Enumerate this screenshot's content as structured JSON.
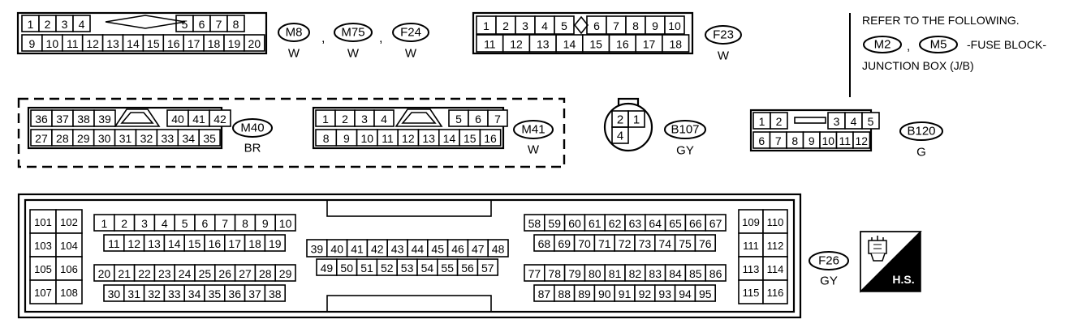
{
  "connectors": {
    "m8_group": {
      "row1": [
        "1",
        "2",
        "3",
        "4",
        "5",
        "6",
        "7",
        "8"
      ],
      "row2": [
        "9",
        "10",
        "11",
        "12",
        "13",
        "14",
        "15",
        "16",
        "17",
        "18",
        "19",
        "20"
      ],
      "badges": [
        {
          "code": "M8",
          "color": "W"
        },
        {
          "code": "M75",
          "color": "W"
        },
        {
          "code": "F24",
          "color": "W"
        }
      ],
      "separator": ","
    },
    "f23": {
      "row1": [
        "1",
        "2",
        "3",
        "4",
        "5",
        "6",
        "7",
        "8",
        "9",
        "10"
      ],
      "row2": [
        "11",
        "12",
        "13",
        "14",
        "15",
        "16",
        "17",
        "18"
      ],
      "badge": {
        "code": "F23",
        "color": "W"
      }
    },
    "m40": {
      "row1": [
        "36",
        "37",
        "38",
        "39",
        "40",
        "41",
        "42"
      ],
      "row2": [
        "27",
        "28",
        "29",
        "30",
        "31",
        "32",
        "33",
        "34",
        "35"
      ],
      "badge": {
        "code": "M40",
        "color": "BR"
      }
    },
    "m41": {
      "row1": [
        "1",
        "2",
        "3",
        "4",
        "5",
        "6",
        "7"
      ],
      "row2": [
        "8",
        "9",
        "10",
        "11",
        "12",
        "13",
        "14",
        "15",
        "16"
      ],
      "badge": {
        "code": "M41",
        "color": "W"
      }
    },
    "b107": {
      "pins": [
        "2",
        "1",
        "4"
      ],
      "badge": {
        "code": "B107",
        "color": "GY"
      }
    },
    "b120": {
      "row1": [
        "1",
        "2",
        "3",
        "4",
        "5"
      ],
      "row2": [
        "6",
        "7",
        "8",
        "9",
        "10",
        "11",
        "12"
      ],
      "badge": {
        "code": "B120",
        "color": "G"
      }
    },
    "f26": {
      "left_pins": [
        "101",
        "102",
        "103",
        "104",
        "105",
        "106",
        "107",
        "108"
      ],
      "block1_row1": [
        "1",
        "2",
        "3",
        "4",
        "5",
        "6",
        "7",
        "8",
        "9",
        "10"
      ],
      "block1_row2": [
        "11",
        "12",
        "13",
        "14",
        "15",
        "16",
        "17",
        "18",
        "19"
      ],
      "block1_row3": [
        "20",
        "21",
        "22",
        "23",
        "24",
        "25",
        "26",
        "27",
        "28",
        "29"
      ],
      "block1_row4": [
        "30",
        "31",
        "32",
        "33",
        "34",
        "35",
        "36",
        "37",
        "38"
      ],
      "mid_row1": [
        "39",
        "40",
        "41",
        "42",
        "43",
        "44",
        "45",
        "46",
        "47",
        "48"
      ],
      "mid_row2": [
        "49",
        "50",
        "51",
        "52",
        "53",
        "54",
        "55",
        "56",
        "57"
      ],
      "right_row1": [
        "58",
        "59",
        "60",
        "61",
        "62",
        "63",
        "64",
        "65",
        "66",
        "67"
      ],
      "right_row2": [
        "68",
        "69",
        "70",
        "71",
        "72",
        "73",
        "74",
        "75",
        "76"
      ],
      "right_row3": [
        "77",
        "78",
        "79",
        "80",
        "81",
        "82",
        "83",
        "84",
        "85",
        "86"
      ],
      "right_row4": [
        "87",
        "88",
        "89",
        "90",
        "91",
        "92",
        "93",
        "94",
        "95"
      ],
      "far_right_pins": [
        "109",
        "110",
        "111",
        "112",
        "113",
        "114",
        "115",
        "116"
      ],
      "badge": {
        "code": "F26",
        "color": "GY"
      }
    }
  },
  "note": {
    "line1": "REFER TO THE FOLLOWING.",
    "badges": [
      "M2",
      "M5"
    ],
    "separator": ",",
    "suffix": "-FUSE BLOCK-",
    "line3": "JUNCTION BOX (J/B)"
  },
  "hs_label": "H.S."
}
